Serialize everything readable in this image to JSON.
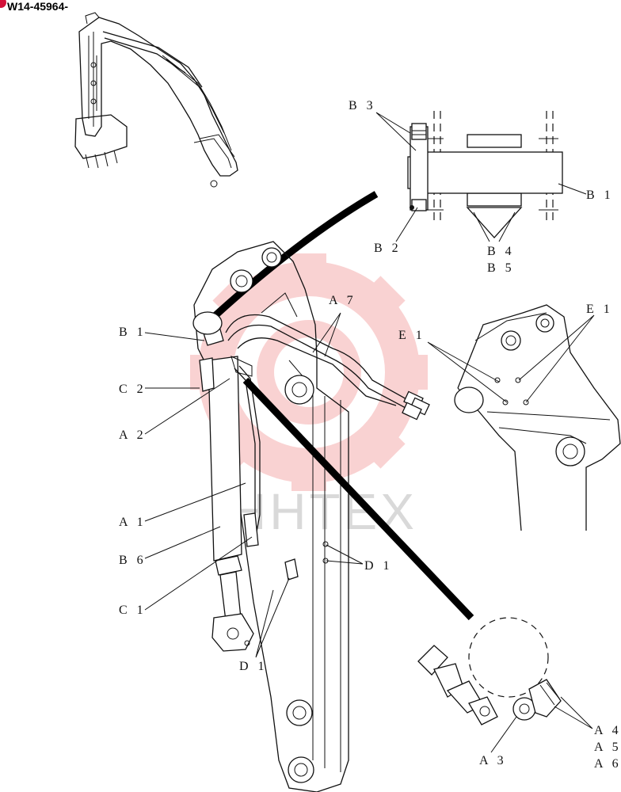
{
  "document": {
    "id": "W14-45964-"
  },
  "watermark": {
    "text": "HHTEX",
    "color": "#f08080"
  },
  "labels": {
    "A1": "A 1",
    "A2": "A 2",
    "A3": "A 3",
    "A4": "A 4",
    "A5": "A 5",
    "A6": "A 6",
    "A7": "A 7",
    "B1_pin": "B 1",
    "B1_main": "B 1",
    "B2": "B 2",
    "B3": "B 3",
    "B4": "B 4",
    "B5": "B 5",
    "B6": "B 6",
    "C1": "C 1",
    "C2": "C 2",
    "D1_right": "D 1",
    "D1_bottom": "D 1",
    "E1_left": "E 1",
    "E1_right": "E 1"
  }
}
